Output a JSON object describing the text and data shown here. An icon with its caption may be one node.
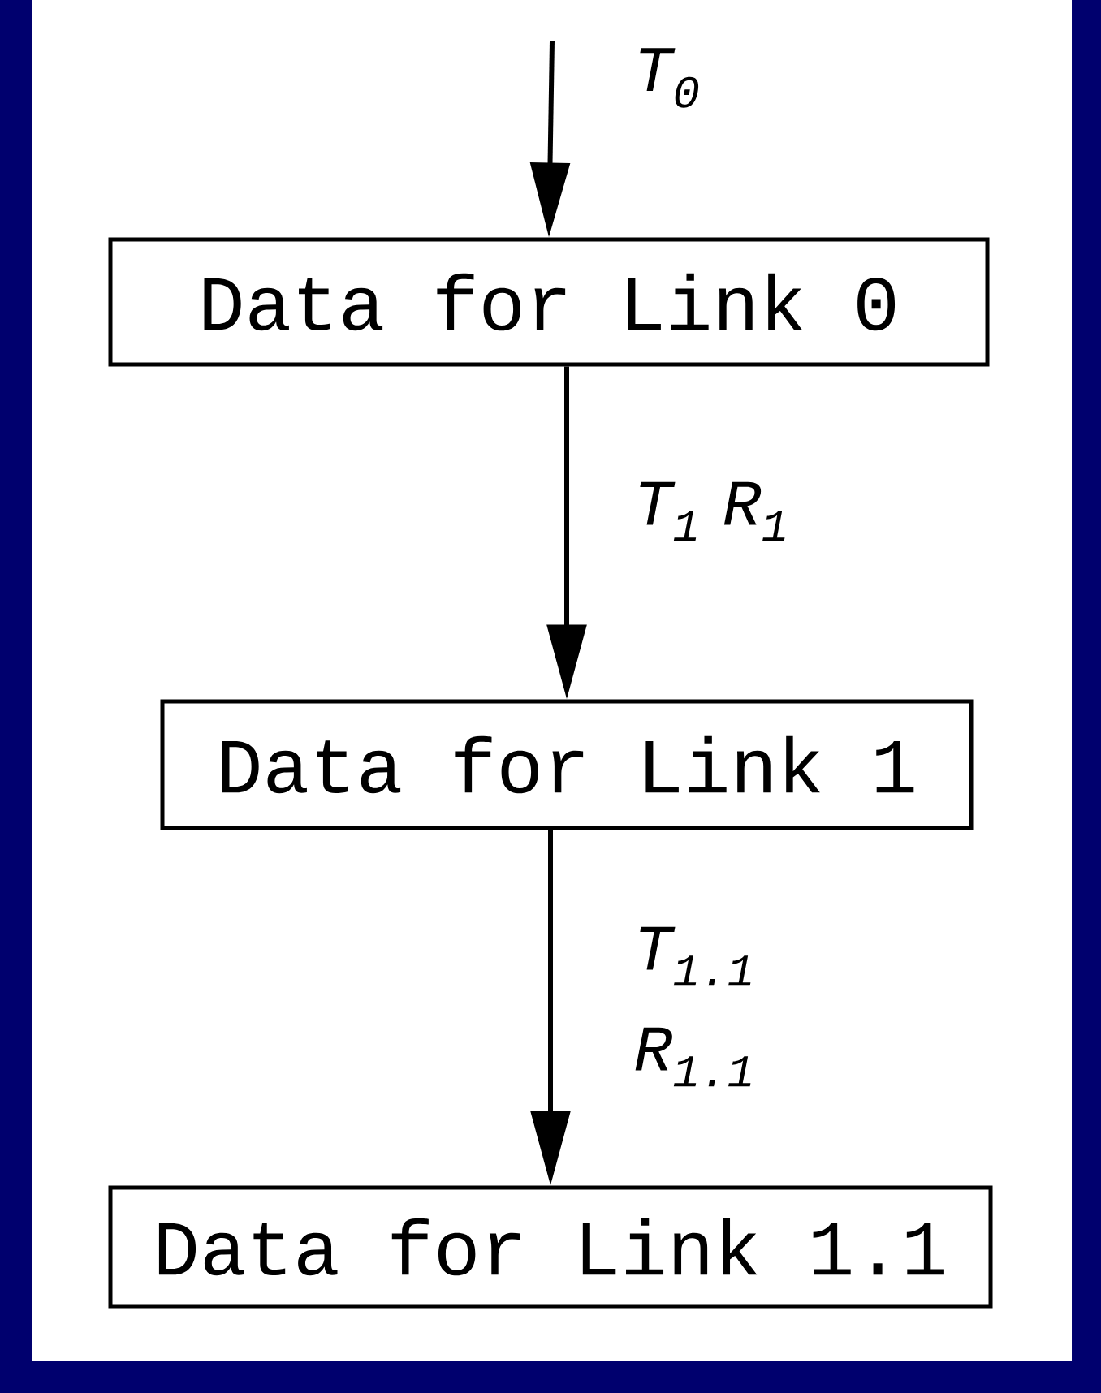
{
  "diagram": {
    "nodes": [
      {
        "text": [
          "Data for Link 0"
        ]
      },
      {
        "text": [
          "Data for Link 1"
        ]
      },
      {
        "text": [
          "Data for Link 1.1"
        ]
      }
    ],
    "edges": [
      {
        "from": null,
        "to": 0,
        "arrow": "to",
        "label": "T$_{0}$"
      },
      {
        "from": 0,
        "to": 1,
        "arrow": "to",
        "label": "T$_{1}$ R$_{1}$"
      },
      {
        "from": 1,
        "to": 2,
        "arrow": "to",
        "label": "T$_{1.1}$ R$_{1.1}$"
      }
    ]
  }
}
